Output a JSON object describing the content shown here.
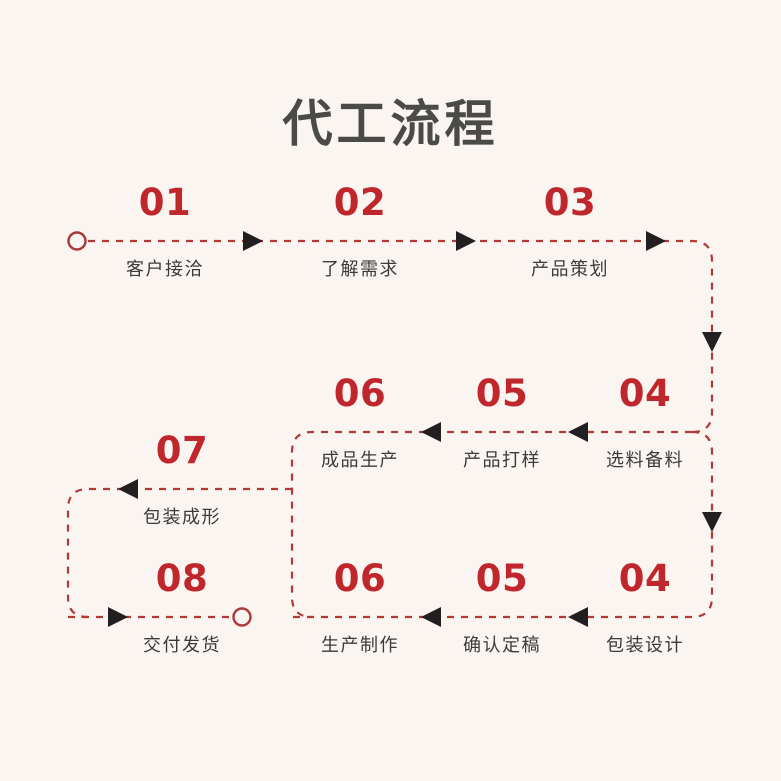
{
  "page": {
    "title": "代工流程",
    "background_color": "#faf5f0",
    "accent_color": "#c0272d",
    "line_color": "#b03a3a",
    "arrow_color": "#231f20",
    "label_color": "#3b3b3b",
    "title_color": "#4a4a48"
  },
  "flow": {
    "rows": [
      {
        "name": "row-1",
        "direction": "left-to-right",
        "steps": [
          {
            "num": "01",
            "label": "客户接洽"
          },
          {
            "num": "02",
            "label": "了解需求"
          },
          {
            "num": "03",
            "label": "产品策划"
          }
        ]
      },
      {
        "name": "row-2",
        "direction": "right-to-left",
        "steps": [
          {
            "num": "06",
            "label": "成品生产"
          },
          {
            "num": "05",
            "label": "产品打样"
          },
          {
            "num": "04",
            "label": "选料备料"
          }
        ]
      },
      {
        "name": "row-3-branch",
        "direction": "right-to-left",
        "steps": [
          {
            "num": "07",
            "label": "包装成形"
          }
        ]
      },
      {
        "name": "row-4",
        "direction": "mixed",
        "steps": [
          {
            "num": "08",
            "label": "交付发货"
          },
          {
            "num": "06",
            "label": "生产制作"
          },
          {
            "num": "05",
            "label": "确认定稿"
          },
          {
            "num": "04",
            "label": "包装设计"
          }
        ]
      }
    ],
    "markers": {
      "start": "start-circle",
      "end": "end-circle"
    }
  }
}
